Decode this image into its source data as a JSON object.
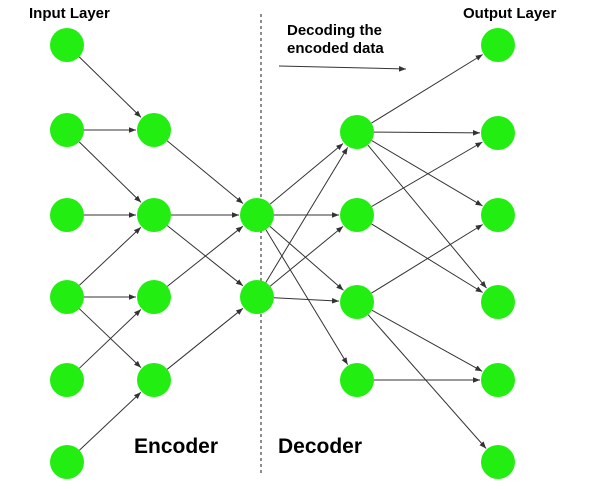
{
  "labels": {
    "input_layer": "Input Layer",
    "output_layer": "Output Layer",
    "decoding_line1": "Decoding the",
    "decoding_line2": "encoded data",
    "encoder": "Encoder",
    "decoder": "Decoder"
  },
  "colors": {
    "node_fill": "#22ee11",
    "edge": "#333333",
    "divider": "#444444",
    "text": "#000000"
  },
  "network": {
    "layers": [
      {
        "name": "input",
        "nodes": 6
      },
      {
        "name": "encoder-hidden",
        "nodes": 4
      },
      {
        "name": "code",
        "nodes": 2
      },
      {
        "name": "decoder-hidden",
        "nodes": 4
      },
      {
        "name": "output",
        "nodes": 6
      }
    ],
    "edges": [
      {
        "from": "0-0",
        "to": "1-0"
      },
      {
        "from": "0-1",
        "to": "1-0"
      },
      {
        "from": "0-1",
        "to": "1-1"
      },
      {
        "from": "0-2",
        "to": "1-1"
      },
      {
        "from": "0-3",
        "to": "1-1"
      },
      {
        "from": "0-3",
        "to": "1-2"
      },
      {
        "from": "0-3",
        "to": "1-3"
      },
      {
        "from": "0-4",
        "to": "1-2"
      },
      {
        "from": "0-5",
        "to": "1-3"
      },
      {
        "from": "1-0",
        "to": "2-0"
      },
      {
        "from": "1-1",
        "to": "2-0"
      },
      {
        "from": "1-1",
        "to": "2-1"
      },
      {
        "from": "1-2",
        "to": "2-0"
      },
      {
        "from": "1-3",
        "to": "2-1"
      },
      {
        "from": "2-0",
        "to": "3-0"
      },
      {
        "from": "2-0",
        "to": "3-1"
      },
      {
        "from": "2-0",
        "to": "3-2"
      },
      {
        "from": "2-0",
        "to": "3-3"
      },
      {
        "from": "2-1",
        "to": "3-0"
      },
      {
        "from": "2-1",
        "to": "3-1"
      },
      {
        "from": "2-1",
        "to": "3-2"
      },
      {
        "from": "3-0",
        "to": "4-0"
      },
      {
        "from": "3-0",
        "to": "4-1"
      },
      {
        "from": "3-0",
        "to": "4-2"
      },
      {
        "from": "3-0",
        "to": "4-3"
      },
      {
        "from": "3-1",
        "to": "4-1"
      },
      {
        "from": "3-1",
        "to": "4-3"
      },
      {
        "from": "3-2",
        "to": "4-2"
      },
      {
        "from": "3-2",
        "to": "4-4"
      },
      {
        "from": "3-2",
        "to": "4-5"
      },
      {
        "from": "3-3",
        "to": "4-4"
      }
    ]
  }
}
